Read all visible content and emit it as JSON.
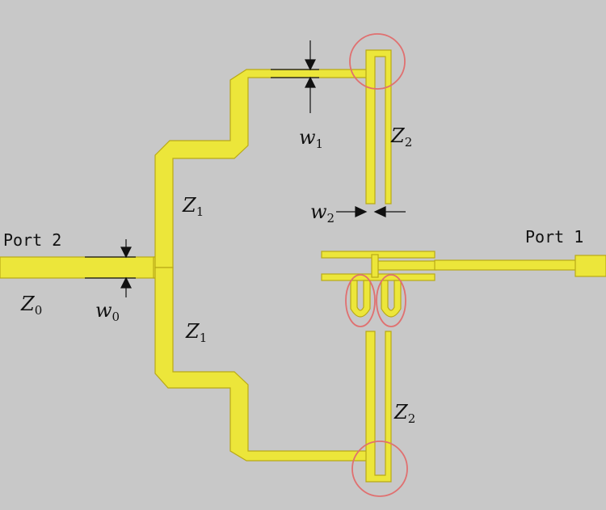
{
  "colors": {
    "background": "#c8c8c8",
    "trace": "#ece63a",
    "trace_edge": "#b9a916",
    "highlight": "#e07070",
    "ink": "#111111"
  },
  "labels": {
    "port1": "Port 1",
    "port2": "Port 2",
    "z0": {
      "base": "Z",
      "sub": "0"
    },
    "z1_upper": {
      "base": "Z",
      "sub": "1"
    },
    "z1_lower": {
      "base": "Z",
      "sub": "1"
    },
    "z2_upper": {
      "base": "Z",
      "sub": "2"
    },
    "z2_lower": {
      "base": "Z",
      "sub": "2"
    },
    "w0": {
      "base": "w",
      "sub": "0"
    },
    "w1": {
      "base": "w",
      "sub": "1"
    },
    "w2": {
      "base": "w",
      "sub": "2"
    }
  }
}
